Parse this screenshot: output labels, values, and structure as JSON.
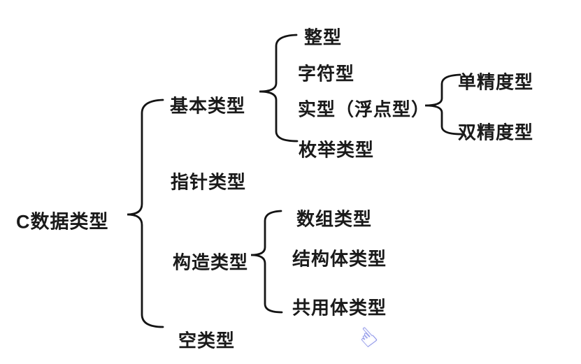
{
  "diagram": {
    "title": "C data types tree",
    "root": {
      "label": "C数据类型",
      "children": [
        {
          "label": "基本类型",
          "children": [
            {
              "label": "整型"
            },
            {
              "label": "字符型"
            },
            {
              "label": "实型（浮点型）",
              "children": [
                {
                  "label": "单精度型"
                },
                {
                  "label": "双精度型"
                }
              ]
            },
            {
              "label": "枚举类型"
            }
          ]
        },
        {
          "label": "指针类型"
        },
        {
          "label": "构造类型",
          "children": [
            {
              "label": "数组类型"
            },
            {
              "label": "结构体类型"
            },
            {
              "label": "共用体类型"
            }
          ]
        },
        {
          "label": "空类型"
        }
      ]
    }
  },
  "cursor": {
    "icon": "hand-pointer",
    "glyph": "☝",
    "color": "#6b74e0"
  },
  "colors": {
    "background": "#ffffff",
    "text": "#1a1a1a",
    "brace": "#141414"
  }
}
